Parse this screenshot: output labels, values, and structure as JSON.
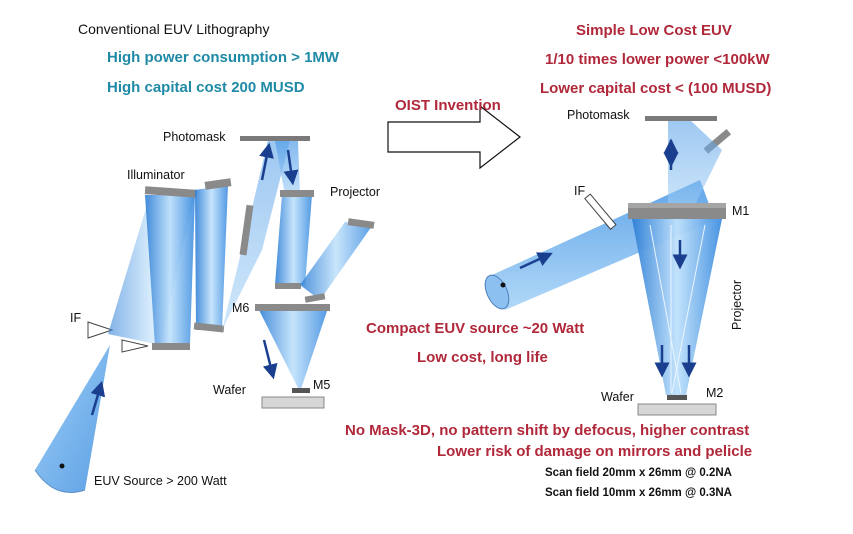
{
  "left": {
    "heading": "Conventional EUV Lithography",
    "line1": "High power consumption  > 1MW",
    "line2": "High capital cost  200 MUSD",
    "labels": {
      "photomask": "Photomask",
      "illuminator": "Illuminator",
      "projector": "Projector",
      "if": "IF",
      "m6": "M6",
      "m5": "M5",
      "wafer": "Wafer",
      "source": "EUV Source > 200 Watt"
    }
  },
  "middle": {
    "invention": "OIST Invention"
  },
  "right": {
    "line1": "Simple Low Cost EUV",
    "line2": "1/10 times lower power <100kW",
    "line3": "Lower capital cost < (100 MUSD)",
    "labels": {
      "photomask": "Photomask",
      "if": "IF",
      "m1": "M1",
      "projector": "Projector",
      "wafer": "Wafer",
      "m2": "M2"
    },
    "source1": "Compact EUV source ~20 Watt",
    "source2": "Low cost, long life",
    "benefit1": "No Mask-3D, no pattern shift by defocus, higher contrast",
    "benefit2": "Lower risk of damage on mirrors and pelicle",
    "scan1": "Scan field 20mm x 26mm @ 0.2NA",
    "scan2": "Scan field 10mm x 26mm @ 0.3NA"
  },
  "colors": {
    "teal": "#1f8aa6",
    "red": "#b0283a",
    "beam": "#5aa9e6",
    "mirror": "#808080",
    "arrow": "#1a3f8f"
  }
}
